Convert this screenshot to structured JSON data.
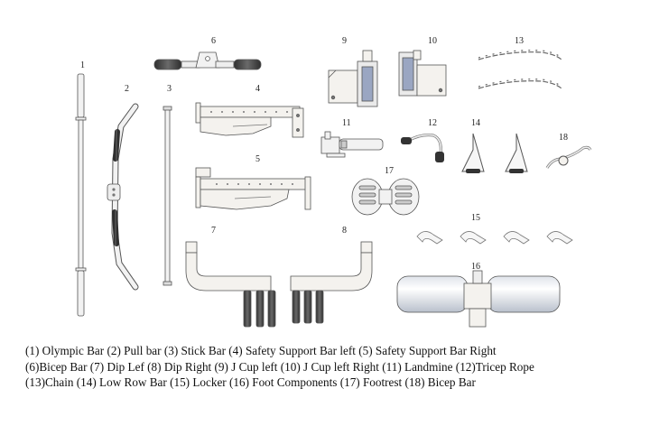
{
  "parts": [
    {
      "num": "1",
      "name": "Olympic Bar",
      "label": "(1) Olympic Bar"
    },
    {
      "num": "2",
      "name": "Pull bar",
      "label": "(2) Pull bar"
    },
    {
      "num": "3",
      "name": "Stick Bar",
      "label": "(3) Stick Bar"
    },
    {
      "num": "4",
      "name": "Safety Support Bar left",
      "label": "(4) Safety Support Bar left"
    },
    {
      "num": "5",
      "name": "Safety Support Bar Right",
      "label": "(5) Safety Support Bar Right"
    },
    {
      "num": "6",
      "name": "Bicep Bar",
      "label": "(6)Bicep Bar"
    },
    {
      "num": "7",
      "name": "Dip Lef",
      "label": "(7) Dip Lef"
    },
    {
      "num": "8",
      "name": "Dip Right",
      "label": "(8) Dip Right"
    },
    {
      "num": "9",
      "name": "J Cup left",
      "label": "(9) J Cup left"
    },
    {
      "num": "10",
      "name": "J Cup left Right",
      "label": "(10) J Cup left Right"
    },
    {
      "num": "11",
      "name": "Landmine",
      "label": "(11) Landmine"
    },
    {
      "num": "12",
      "name": "Tricep Rope",
      "label": "(12)Tricep Rope"
    },
    {
      "num": "13",
      "name": "Chain",
      "label": "(13)Chain"
    },
    {
      "num": "14",
      "name": "Low Row Bar",
      "label": "(14) Low Row Bar"
    },
    {
      "num": "15",
      "name": "Locker",
      "label": "(15) Locker"
    },
    {
      "num": "16",
      "name": "Foot Components",
      "label": "(16) Foot Components"
    },
    {
      "num": "17",
      "name": "Footrest",
      "label": "(17) Footrest"
    },
    {
      "num": "18",
      "name": "Bicep Bar",
      "label": "(18) Bicep Bar"
    }
  ],
  "caption_lines": [
    [
      0,
      1,
      2,
      3,
      4
    ],
    [
      5,
      6,
      7,
      8,
      9,
      10,
      11
    ],
    [
      12,
      13,
      14,
      15,
      16,
      17
    ]
  ],
  "colors": {
    "line": "#555555",
    "grip": "#3a3a3a",
    "part_fill": "#f4f2ee",
    "metal": "#e8ecf2"
  }
}
